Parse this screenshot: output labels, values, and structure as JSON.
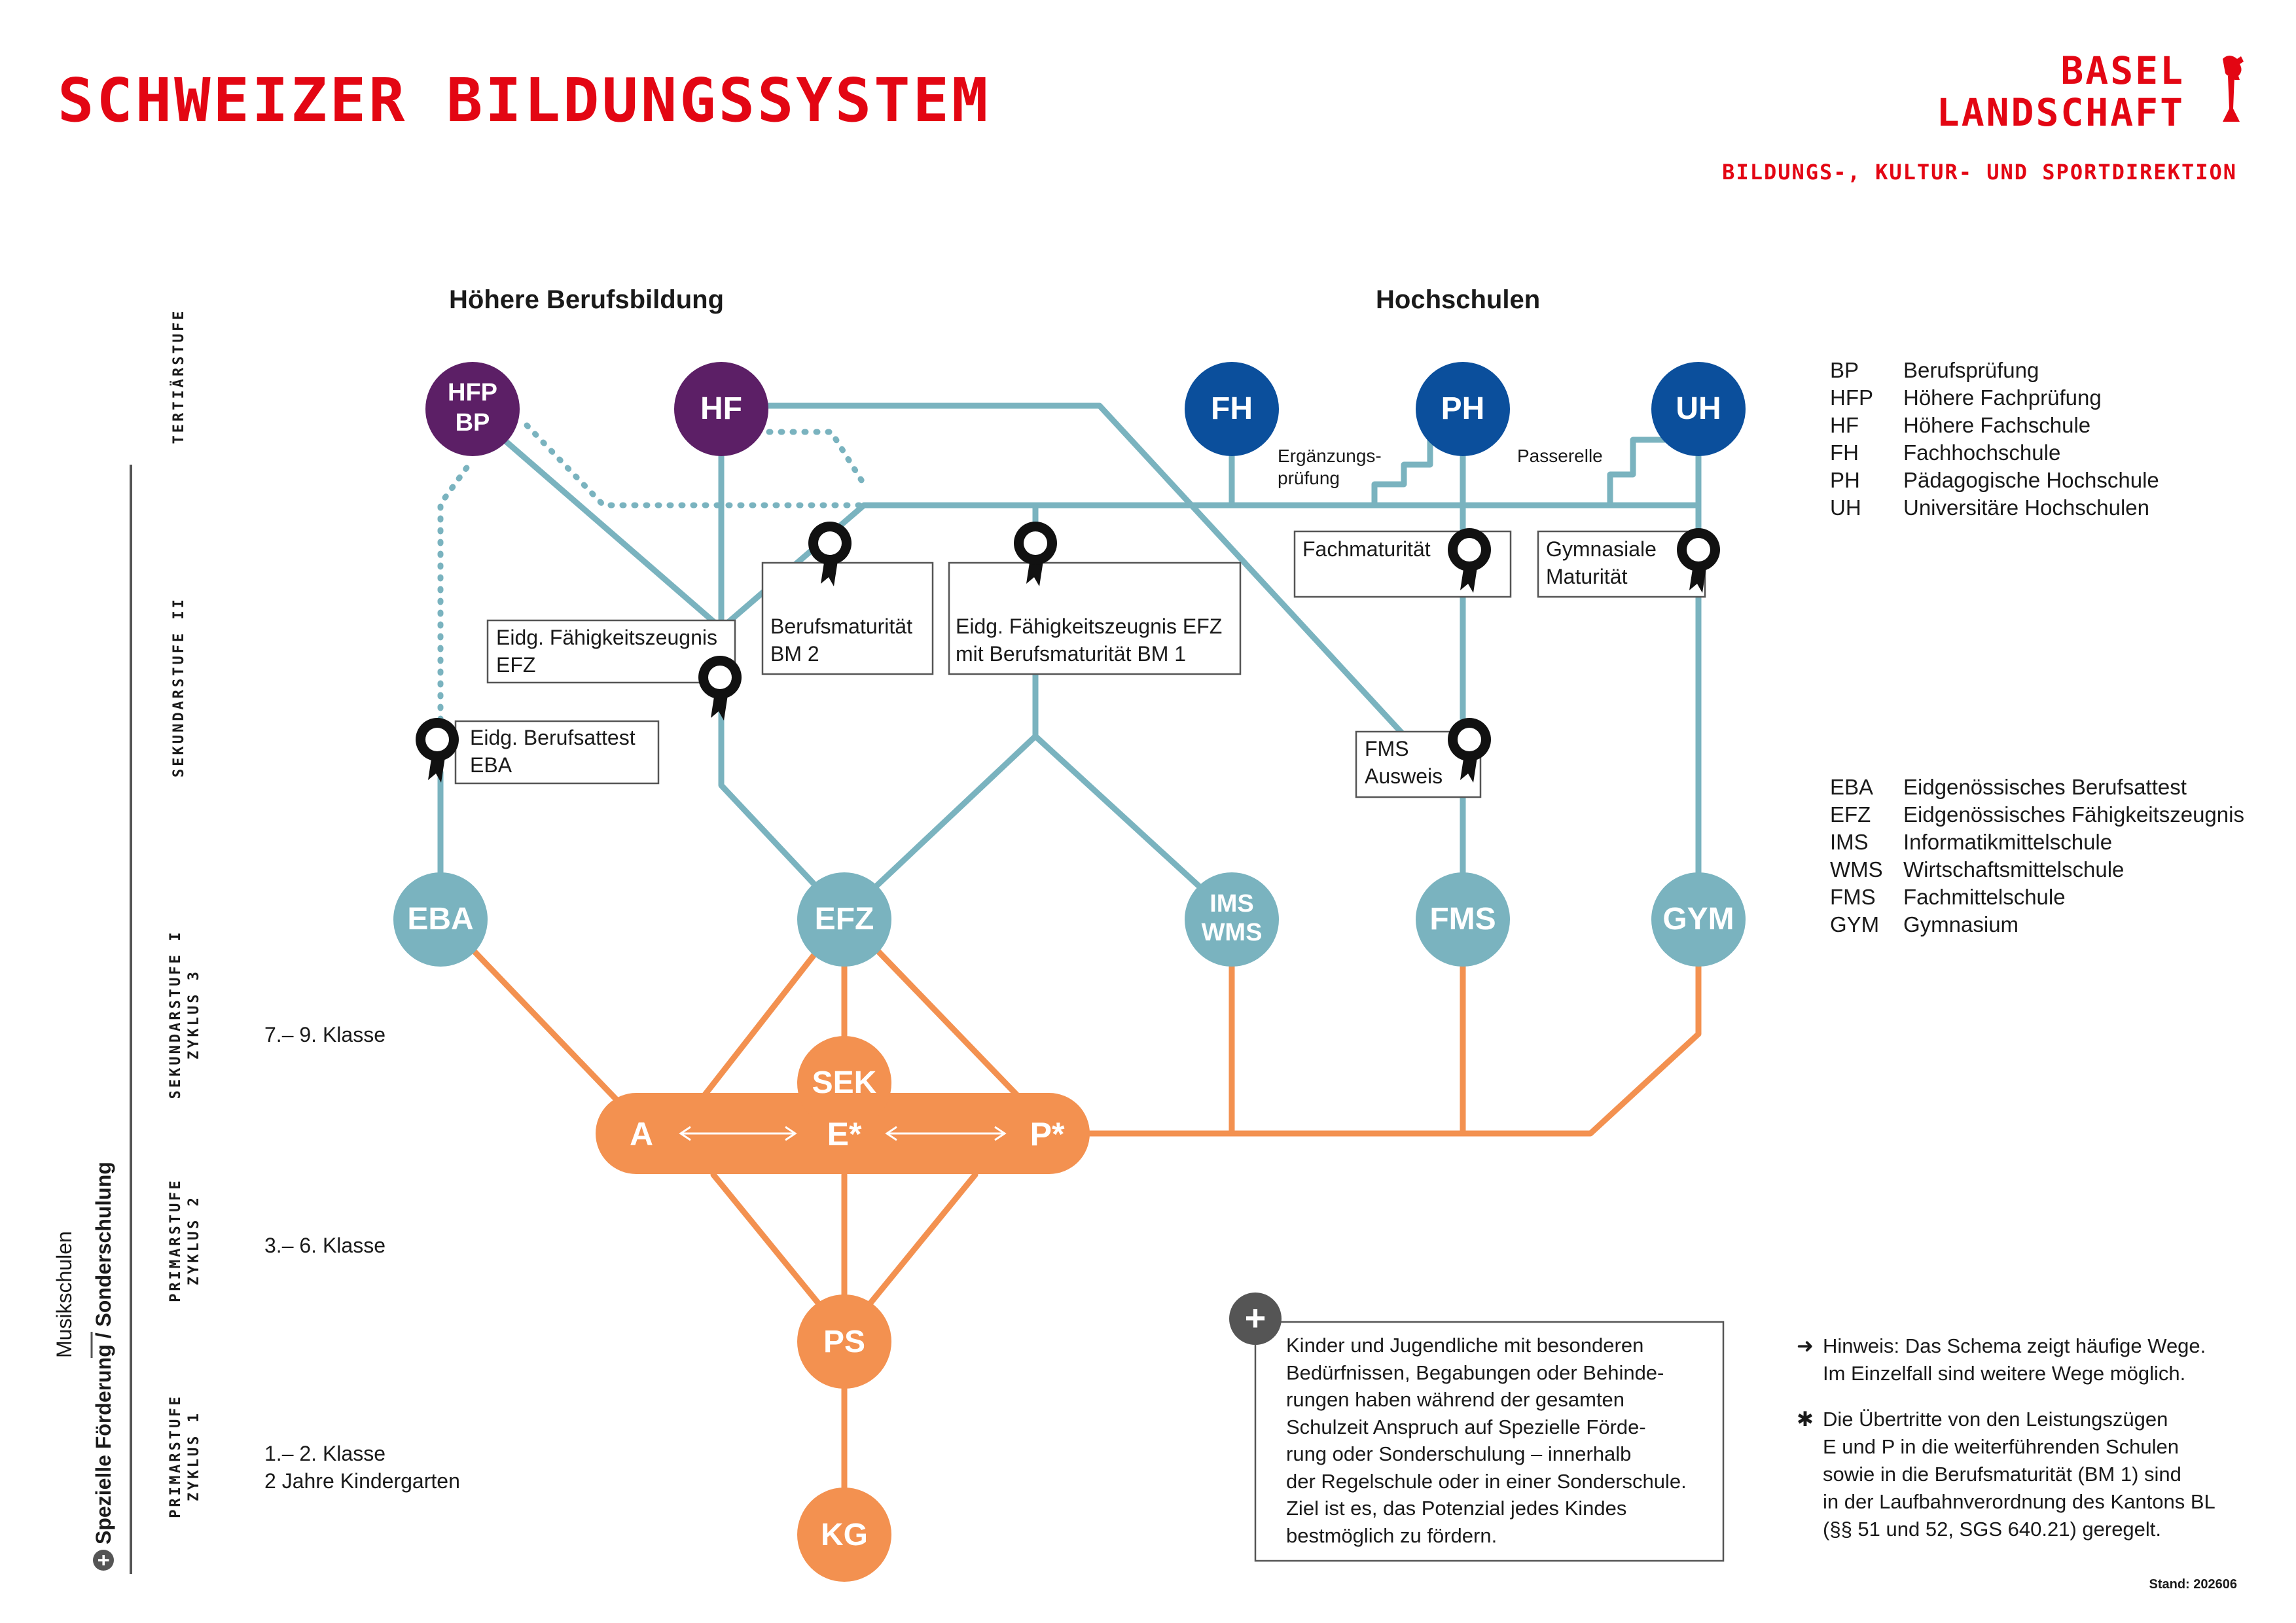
{
  "title": "SCHWEIZER BILDUNGSSYSTEM",
  "brand": {
    "line1": "BASEL",
    "line2": "LANDSCHAFT",
    "sub": "BILDUNGS-, KULTUR- UND SPORTDIREKTION"
  },
  "sections": {
    "left": "Höhere Berufsbildung",
    "right": "Hochschulen"
  },
  "stages": {
    "tertiary": "TERTIÄRSTUFE",
    "secondary2": "SEKUNDARSTUFE II",
    "secondary1_l1": "SEKUNDARSTUFE I",
    "secondary1_l2": "ZYKLUS 3",
    "primary2_l1": "PRIMARSTUFE",
    "primary2_l2": "ZYKLUS 2",
    "primary1_l1": "PRIMARSTUFE",
    "primary1_l2": "ZYKLUS 1"
  },
  "side": {
    "music": "Musikschulen",
    "special": "Spezielle Förderung / Sonderschulung"
  },
  "classes": {
    "c79": "7.– 9. Klasse",
    "c36": "3.– 6. Klasse",
    "c12": "1.– 2. Klasse",
    "kg": "2 Jahre Kindergarten"
  },
  "nodes": {
    "hfp_l1": "HFP",
    "hfp_l2": "BP",
    "hf": "HF",
    "fh": "FH",
    "ph": "PH",
    "uh": "UH",
    "eba": "EBA",
    "efz": "EFZ",
    "ims_l1": "IMS",
    "ims_l2": "WMS",
    "fms": "FMS",
    "gym": "GYM",
    "sek": "SEK",
    "a": "A",
    "e": "E*",
    "p": "P*",
    "ps": "PS",
    "kg": "KG"
  },
  "certs": {
    "efz_l1": "Eidg. Fähigkeitszeugnis",
    "efz_l2": "EFZ",
    "bm2_l1": "Berufsmaturität",
    "bm2_l2": "BM 2",
    "bm1_l1": "Eidg. Fähigkeitszeugnis EFZ",
    "bm1_l2": "mit Berufsmaturität BM 1",
    "eba_l1": "Eidg. Berufsattest",
    "eba_l2": "EBA",
    "fm": "Fachmaturität",
    "gm_l1": "Gymnasiale",
    "gm_l2": "Maturität",
    "fmsa_l1": "FMS",
    "fmsa_l2": "Ausweis"
  },
  "path_labels": {
    "erg_l1": "Ergänzungs-",
    "erg_l2": "prüfung",
    "passerelle": "Passerelle"
  },
  "legend_tertiary": [
    {
      "ab": "BP",
      "full": "Berufsprüfung"
    },
    {
      "ab": "HFP",
      "full": "Höhere Fachprüfung"
    },
    {
      "ab": "HF",
      "full": "Höhere Fachschule"
    },
    {
      "ab": "FH",
      "full": "Fachhochschule"
    },
    {
      "ab": "PH",
      "full": "Pädagogische Hochschule"
    },
    {
      "ab": "UH",
      "full": "Universitäre Hochschulen"
    }
  ],
  "legend_secondary": [
    {
      "ab": "EBA",
      "full": "Eidgenössisches Berufsattest"
    },
    {
      "ab": "EFZ",
      "full": "Eidgenössisches Fähigkeitszeugnis"
    },
    {
      "ab": "IMS",
      "full": "Informatikmittelschule"
    },
    {
      "ab": "WMS",
      "full": "Wirtschaftsmittelschule"
    },
    {
      "ab": "FMS",
      "full": "Fachmittelschule"
    },
    {
      "ab": "GYM",
      "full": "Gymnasium"
    }
  ],
  "special_note": [
    "Kinder und Jugendliche mit besonderen",
    "Bedürfnissen, Begabungen oder Behinde-",
    "rungen haben während der gesamten",
    "Schulzeit Anspruch auf Spezielle Förde-",
    "rung oder Sonderschulung – innerhalb",
    "der Regelschule oder in einer Sonderschule.",
    "Ziel ist es, das Potenzial jedes Kindes",
    "bestmöglich zu fördern."
  ],
  "hint": {
    "arrow": "➜",
    "h1": "Hinweis: Das Schema zeigt häufige Wege.",
    "h2": "Im Einzelfall sind weitere Wege möglich.",
    "star": "✱",
    "s1": "Die Übertritte von den Leistungszügen",
    "s2": "E und P in die weiterführenden Schulen",
    "s3": "sowie in die Berufsmaturität (BM 1) sind",
    "s4": "in der Laufbahnverordnung des Kantons BL",
    "s5": "(§§ 51 und 52, SGS 640.21) geregelt."
  },
  "plus_icon": "+",
  "stand": "Stand: 202606",
  "colors": {
    "red": "#e30613",
    "purple": "#5c1f66",
    "blue": "#0b4f9c",
    "teal": "#7ab3bf",
    "orange": "#f39150",
    "grey": "#555555"
  }
}
